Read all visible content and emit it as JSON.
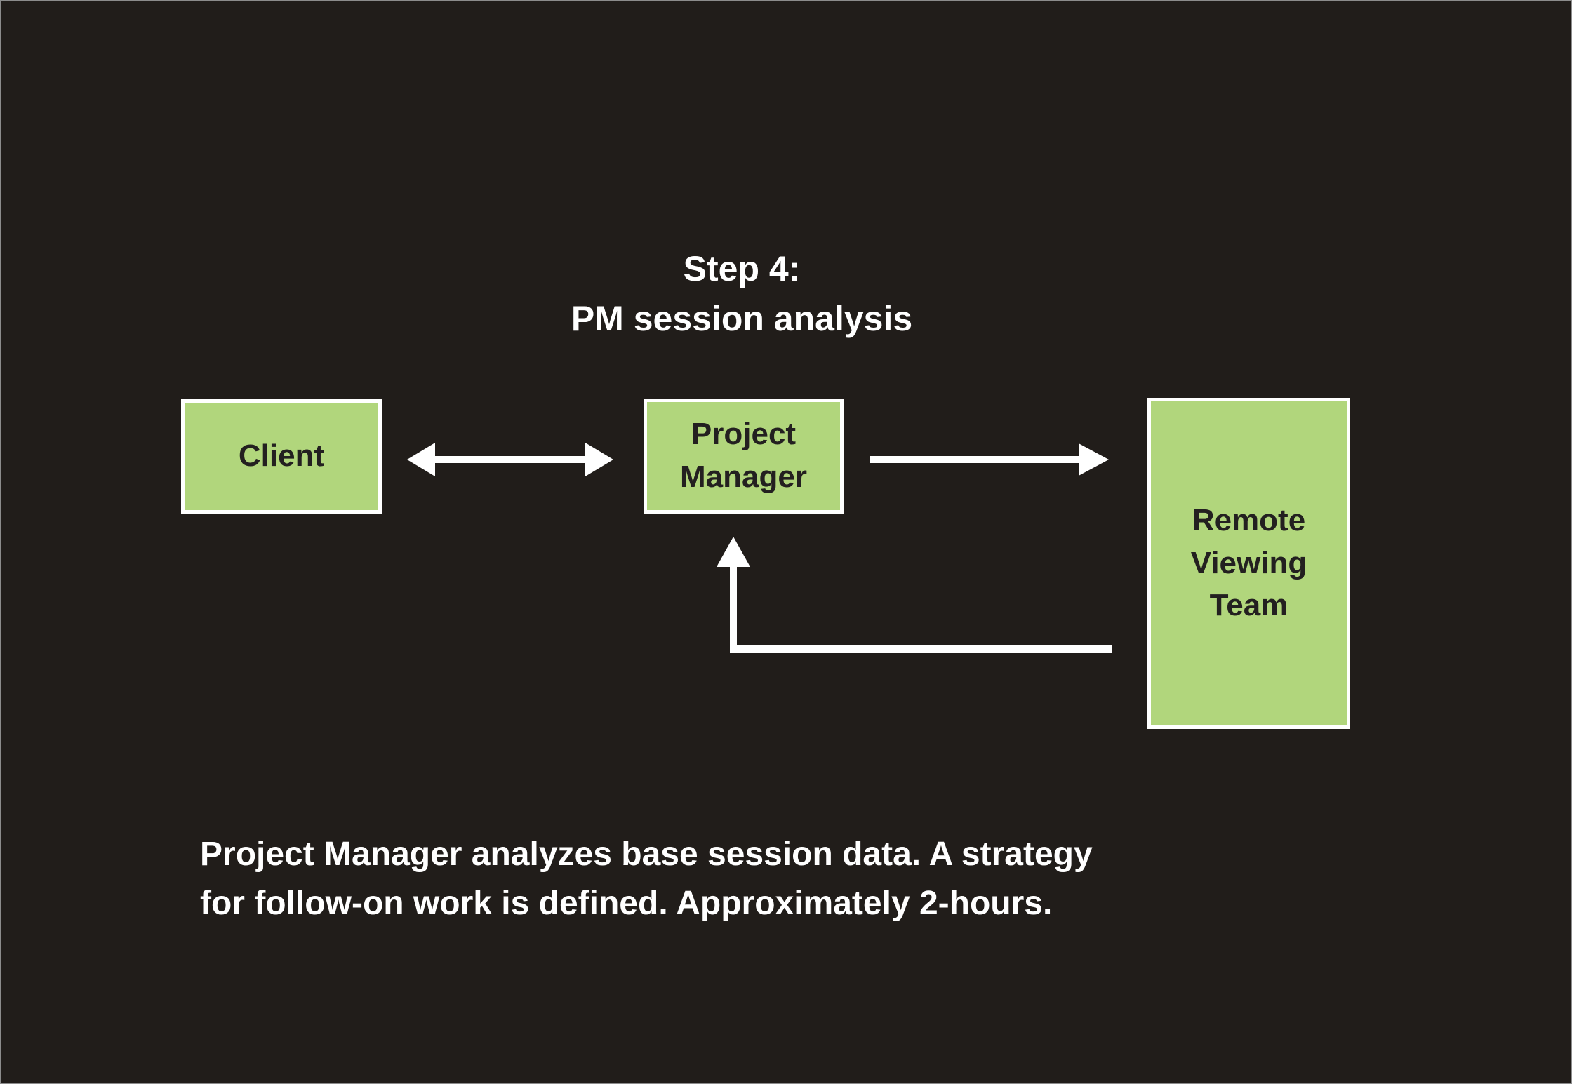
{
  "title": {
    "line1": "Step 4:",
    "line2": "PM session analysis"
  },
  "nodes": {
    "client": {
      "label": "Client"
    },
    "pm": {
      "label": "Project Manager"
    },
    "rvt": {
      "label": "Remote Viewing Team"
    }
  },
  "caption": {
    "line1": "Project Manager analyzes base session data. A strategy",
    "line2": "for follow-on work is defined. Approximately 2-hours."
  },
  "connectors": {
    "client_pm": "bidirectional-arrow",
    "pm_rvt": "right-arrow",
    "rvt_pm_feedback": "elbow-up-arrow"
  },
  "colors": {
    "bg": "#211d1a",
    "frame": "#8c8c8c",
    "node_fill": "#b1d67c",
    "node_border": "#ffffff",
    "node_text": "#232020",
    "text": "#ffffff",
    "arrow": "#ffffff"
  }
}
